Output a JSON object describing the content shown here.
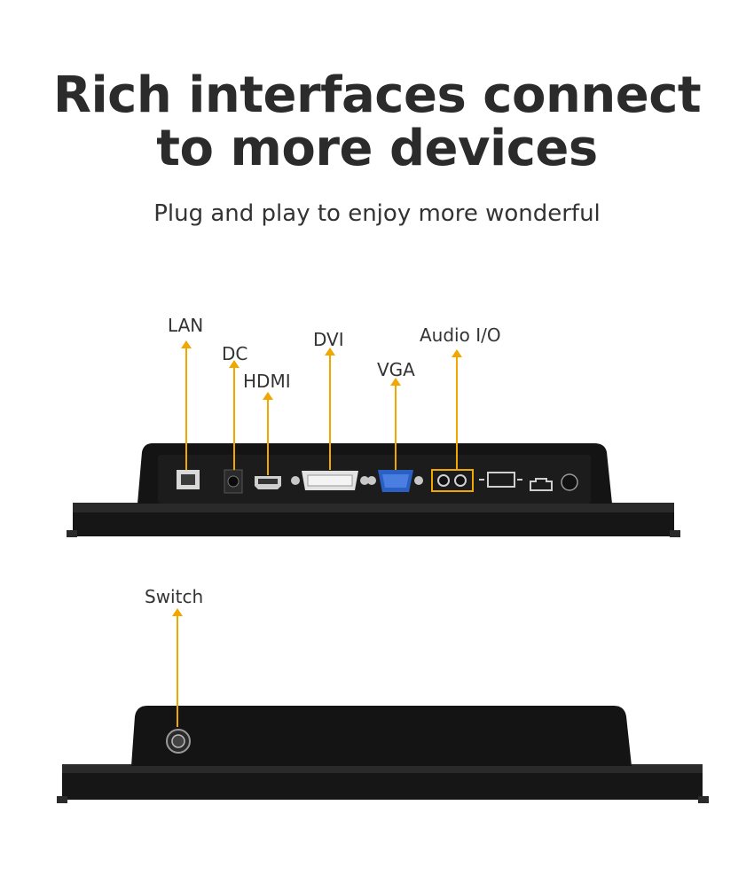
{
  "header": {
    "title_line1": "Rich interfaces connect",
    "title_line2": "to more devices",
    "subtitle": "Plug and play to enjoy more wonderful"
  },
  "ports": {
    "lan": "LAN",
    "dc": "DC",
    "hdmi": "HDMI",
    "dvi": "DVI",
    "vga": "VGA",
    "audio": "Audio I/O"
  },
  "switch_view": {
    "switch": "Switch"
  },
  "colors": {
    "accent": "#f0a800",
    "device_body": "#1a1a1a",
    "port_blue": "#2a5fc4"
  }
}
